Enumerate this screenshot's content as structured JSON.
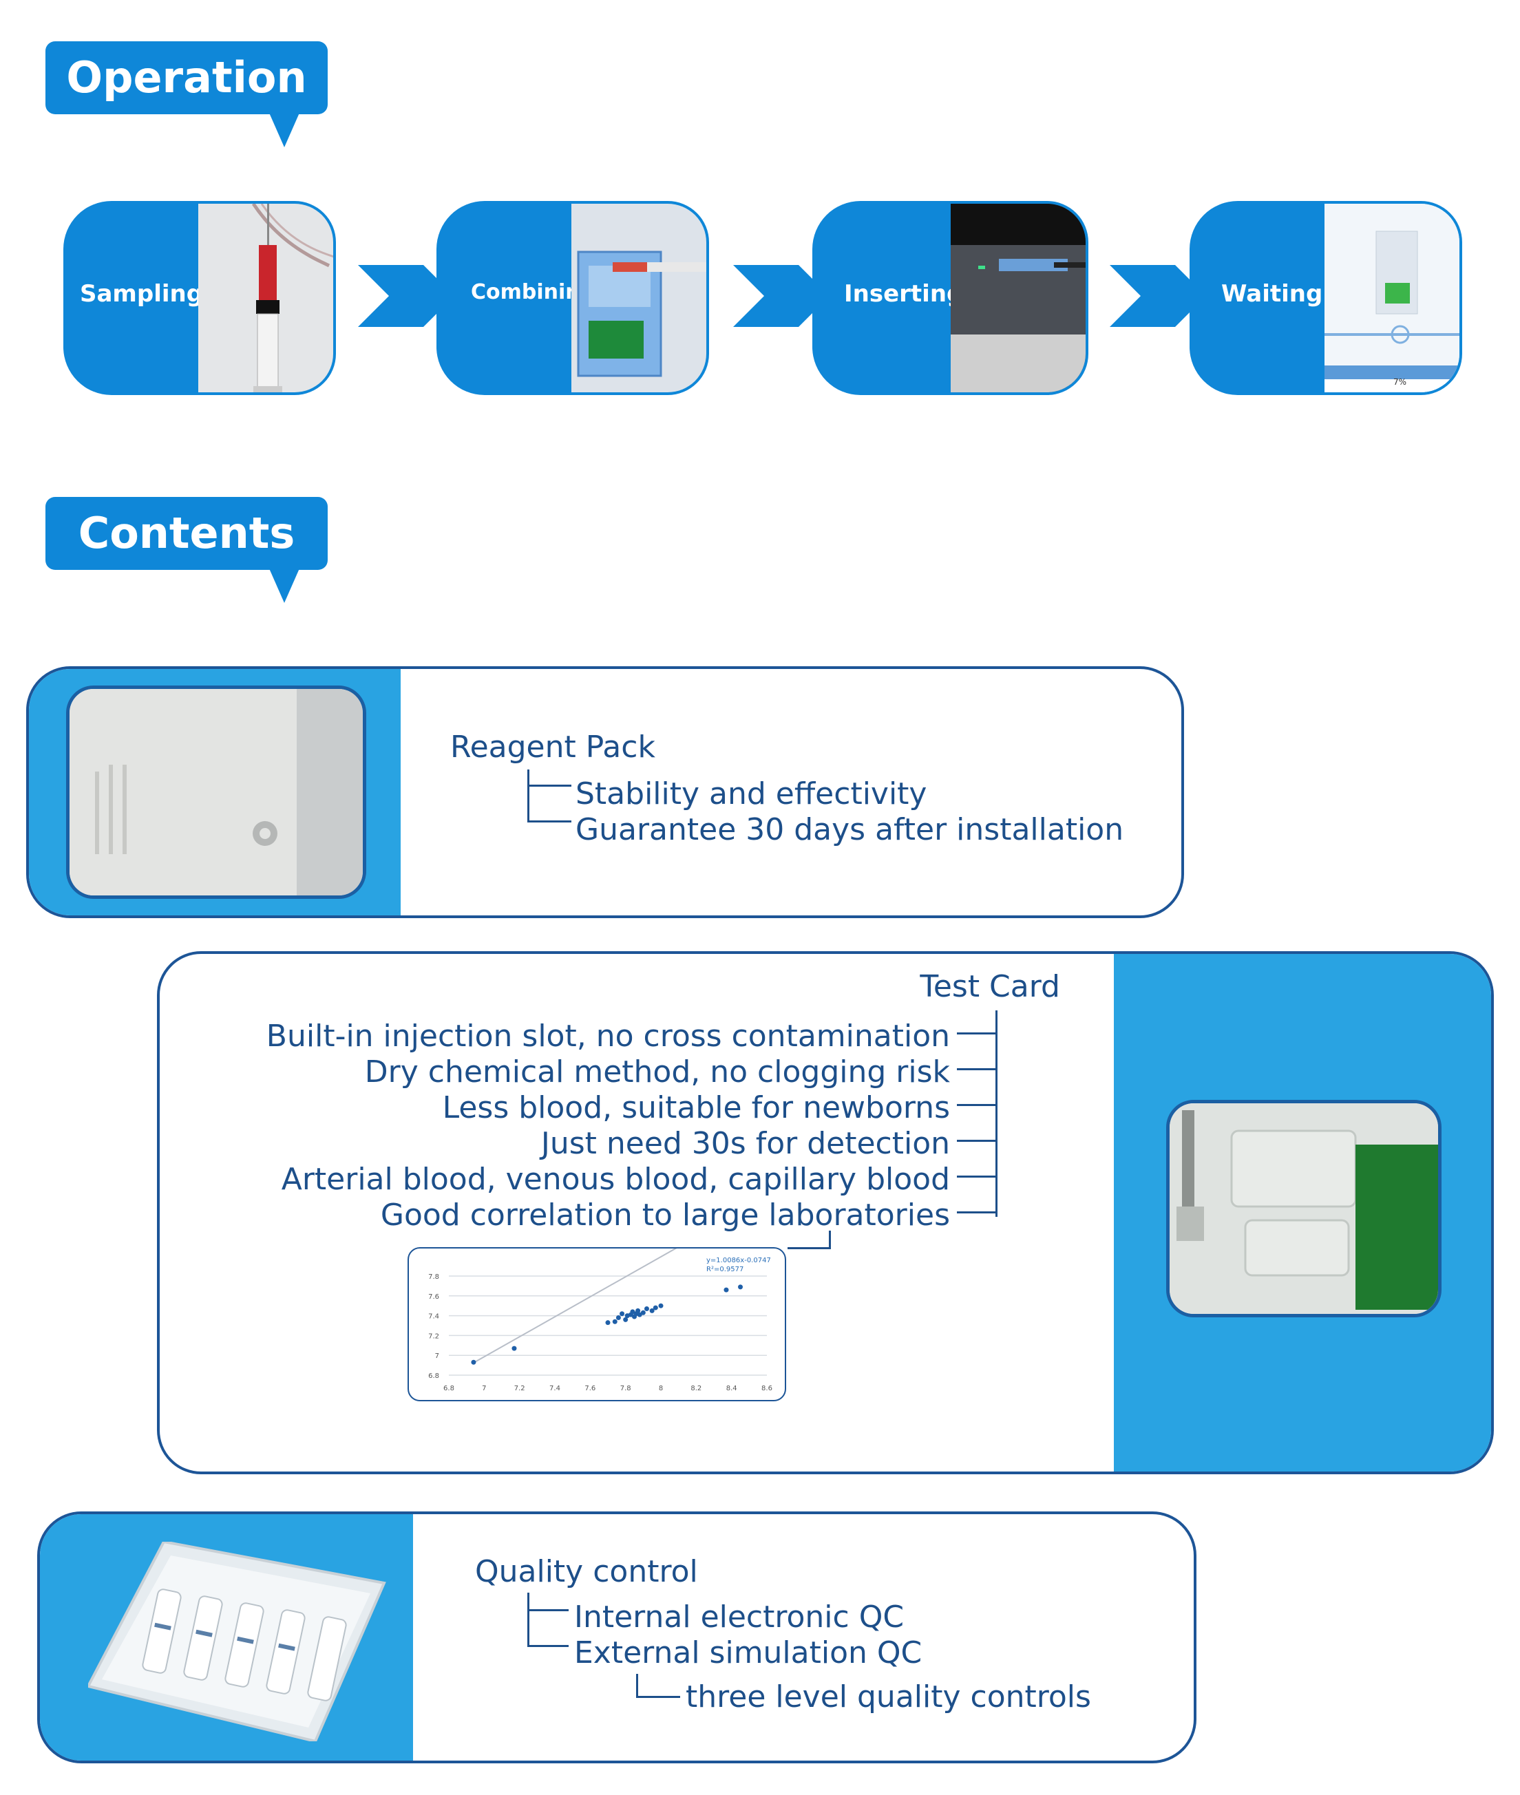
{
  "operation": {
    "title": "Operation",
    "steps": [
      {
        "label": "Sampling",
        "photo_icon": "syringe-photo"
      },
      {
        "label": "Combining",
        "photo_icon": "test-card-photo"
      },
      {
        "label": "Inserting",
        "photo_icon": "analyzer-slot-photo"
      },
      {
        "label": "Waiting",
        "photo_icon": "screen-progress-photo",
        "progress_text": "7%"
      }
    ]
  },
  "contents": {
    "title": "Contents",
    "reagent": {
      "title": "Reagent Pack",
      "items": [
        "Stability and effectivity",
        "Guarantee 30 days after installation"
      ]
    },
    "test_card": {
      "title": "Test Card",
      "items": [
        "Built-in injection slot, no cross contamination",
        "Dry chemical method, no clogging risk",
        "Less blood, suitable for newborns",
        "Just need 30s for  detection",
        "Arterial blood, venous blood, capillary blood",
        "Good correlation to large laboratories"
      ]
    },
    "quality": {
      "title": "Quality control",
      "items": [
        "Internal electronic QC",
        "External simulation QC"
      ],
      "sub_item": "three level quality controls"
    }
  },
  "chart_data": {
    "type": "scatter",
    "title": "",
    "xlabel": "",
    "ylabel": "",
    "annotation": [
      "y=1.0086x-0.0747",
      "R²=0.9577"
    ],
    "xlim": [
      6.8,
      8.6
    ],
    "ylim": [
      6.8,
      7.8
    ],
    "xticks": [
      "6.8",
      "7",
      "7.2",
      "7.4",
      "7.6",
      "7.8",
      "8",
      "8.2",
      "8.4",
      "8.6"
    ],
    "yticks": [
      "6.8",
      "7",
      "7.2",
      "7.4",
      "7.6",
      "7.8"
    ],
    "grid": true,
    "trendline": {
      "slope": 1.0086,
      "intercept": -0.0747
    },
    "x": [
      6.94,
      7.17,
      7.7,
      7.74,
      7.76,
      7.78,
      7.8,
      7.81,
      7.83,
      7.84,
      7.85,
      7.86,
      7.87,
      7.88,
      7.9,
      7.92,
      7.95,
      7.97,
      8.0,
      8.37,
      8.45
    ],
    "y": [
      6.93,
      7.07,
      7.33,
      7.34,
      7.38,
      7.42,
      7.36,
      7.4,
      7.41,
      7.44,
      7.39,
      7.42,
      7.45,
      7.41,
      7.43,
      7.47,
      7.45,
      7.48,
      7.5,
      7.66,
      7.69
    ],
    "colors": {
      "points": "#1f5fa8",
      "trendline": "#b8bec8",
      "grid": "#d9dde3"
    }
  },
  "colors": {
    "accent_blue": "#0f87d8",
    "light_blue": "#29a3e2",
    "dark_blue": "#1d5597",
    "text_blue": "#1d4f8a"
  }
}
